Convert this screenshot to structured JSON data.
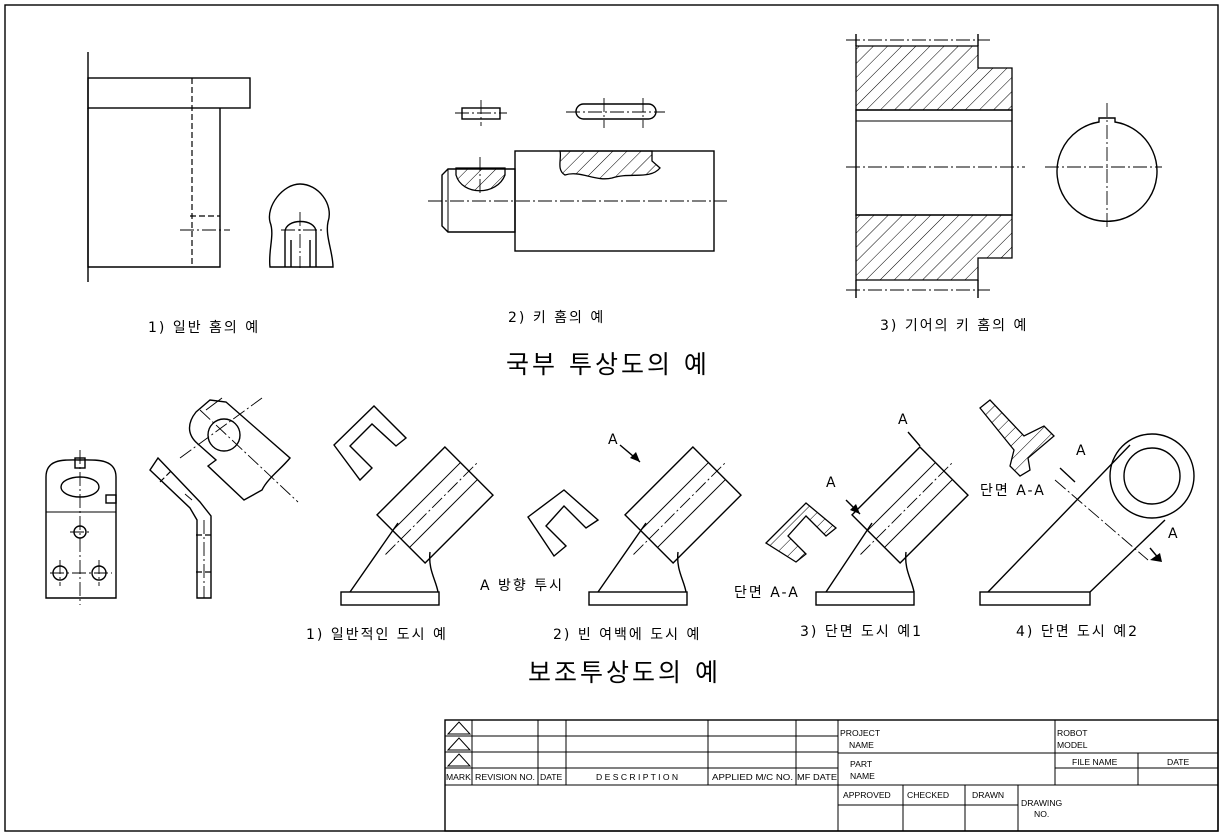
{
  "top": {
    "caption1": "1) 일반 홈의 예",
    "caption2": "2) 키 홈의 예",
    "caption3": "3) 기어의 키 홈의 예",
    "title": "국부 투상도의 예"
  },
  "bottom": {
    "caption1": "1) 일반적인 도시 예",
    "caption2": "2) 빈 여백에 도시 예",
    "caption3": "3) 단면 도시 예1",
    "caption4": "4) 단면 도시 예2",
    "title": "보조투상도의 예",
    "label_direction": "A 방향 투시",
    "label_section_1": "단면 A-A",
    "label_section_2": "단면 A-A",
    "label_a": "A"
  },
  "title_block": {
    "mark": "MARK",
    "revision_no": "REVISION NO.",
    "date": "DATE",
    "description": "D E S C R I P T I O N",
    "applied": "APPLIED M/C NO.",
    "mf_date": "MF DATE",
    "project": "PROJECT",
    "project_name": "NAME",
    "part": "PART",
    "part_name": "NAME",
    "robot": "ROBOT",
    "model": "MODEL",
    "file_name": "FILE NAME",
    "tb_date": "DATE",
    "approved": "APPROVED",
    "checked": "CHECKED",
    "drawn": "DRAWN",
    "drawing": "DRAWING",
    "drawing_no": "NO."
  }
}
